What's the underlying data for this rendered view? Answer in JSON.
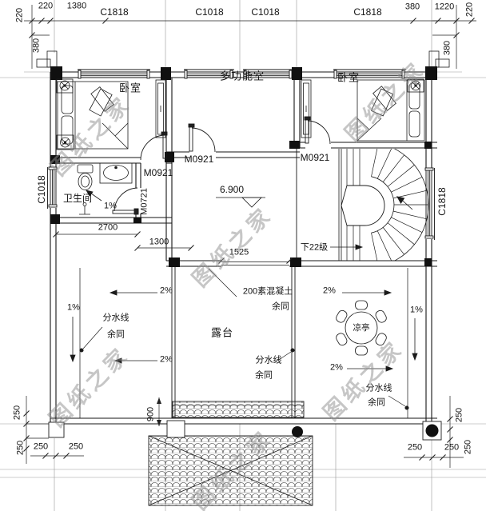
{
  "labels": {
    "d220": "220",
    "d380": "380",
    "d1380": "1380",
    "d1220": "1220",
    "d2700": "2700",
    "d1300": "1300",
    "d1525": "1525",
    "d900": "900",
    "d250": "250",
    "c1818": "C1818",
    "c1018": "C1018",
    "m0921": "M0921",
    "m0721": "M0721",
    "level": "6.900",
    "bedroom": "卧室",
    "multiroom": "多功能室",
    "bathroom": "卫生间",
    "terrace": "露台",
    "pavilion": "凉亭",
    "stair_down": "下22级",
    "concrete": "200素混凝土",
    "ditto": "余同",
    "water_line": "分水线",
    "slope1": "1%",
    "slope2": "2%",
    "watermark": "图纸之家"
  },
  "colors": {
    "line": "#1b1b1b",
    "construction": "#999999",
    "watermark": "#8f8f8f",
    "paper": "#ffffff"
  }
}
